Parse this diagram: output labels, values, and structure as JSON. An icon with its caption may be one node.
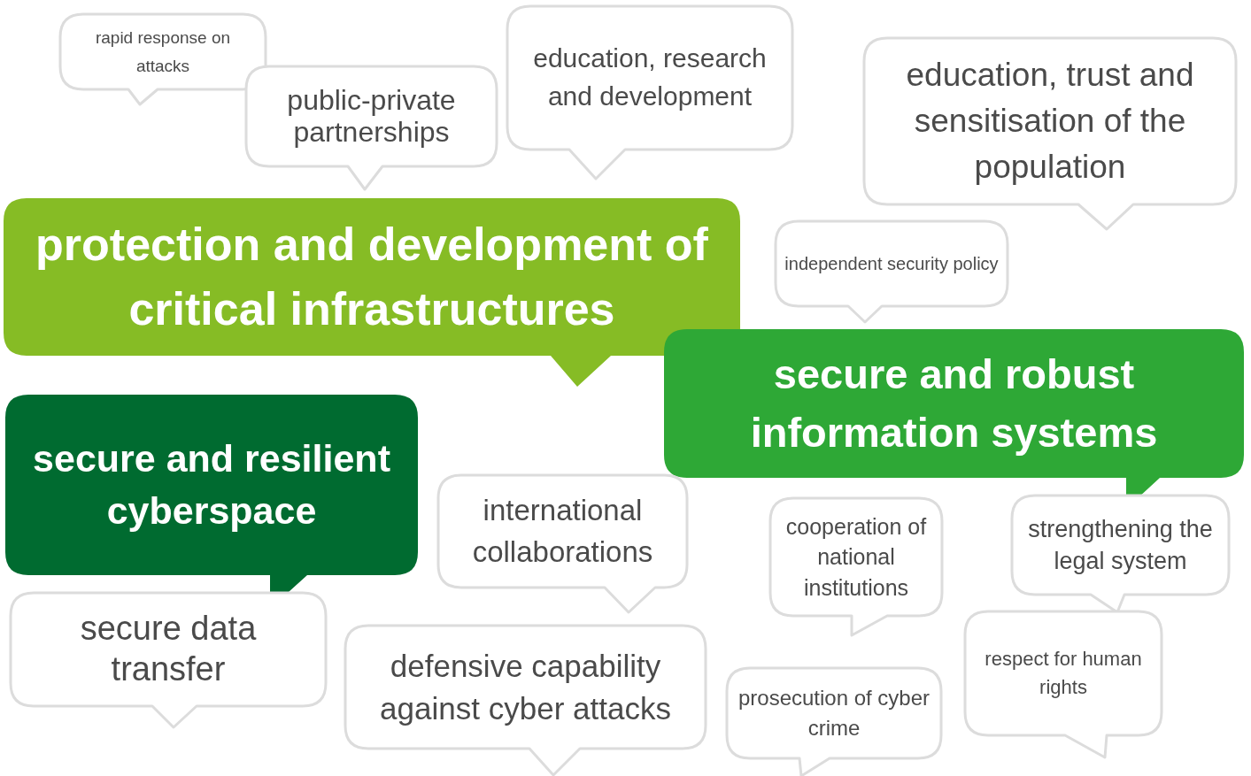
{
  "diagram": {
    "nodes": [
      {
        "text": [
          "rapid response on attacks"
        ]
      },
      {
        "text": [
          "public-private partnerships"
        ]
      },
      {
        "text": [
          "education, research and development"
        ]
      },
      {
        "text": [
          "education, trust and sensitisation of the population"
        ]
      },
      {
        "text": [
          "protection and development of critical infrastructures"
        ]
      },
      {
        "text": [
          "independent security policy"
        ]
      },
      {
        "text": [
          "secure and robust information systems"
        ]
      },
      {
        "text": [
          "secure and resilient cyberspace"
        ]
      },
      {
        "text": [
          "international collaborations"
        ]
      },
      {
        "text": [
          "cooperation of national institutions"
        ]
      },
      {
        "text": [
          "strengthening the legal system"
        ]
      },
      {
        "text": [
          "secure data transfer"
        ]
      },
      {
        "text": [
          "defensive capability against cyber attacks"
        ]
      },
      {
        "text": [
          "prosecution of cyber crime"
        ]
      },
      {
        "text": [
          "respect for human rights"
        ]
      }
    ]
  }
}
